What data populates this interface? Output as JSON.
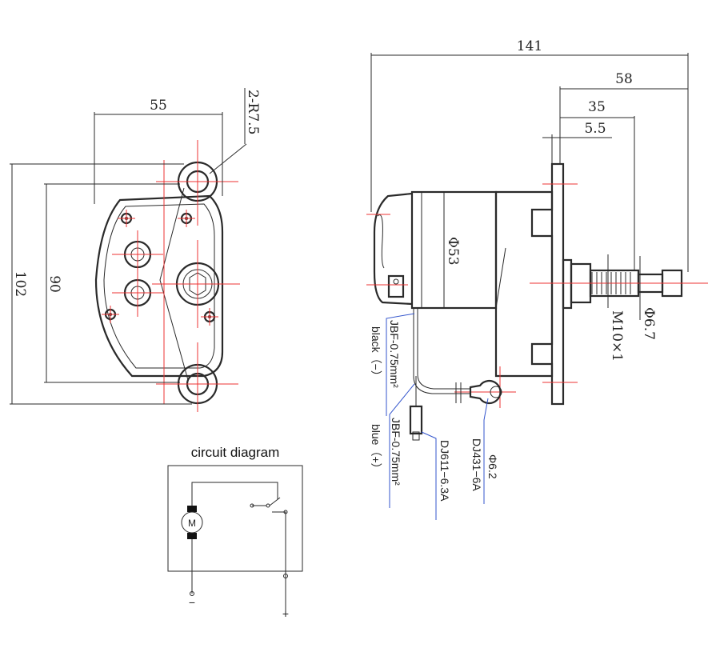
{
  "left_view": {
    "dim_width": "55",
    "dim_height_outer": "102",
    "dim_height_inner": "90",
    "dim_radius": "2-R7.5"
  },
  "side_view": {
    "dim_total": "141",
    "dim_58": "58",
    "dim_35": "35",
    "dim_flange": "5.5",
    "dim_diameter": "Φ53",
    "dim_shaft": "Φ6.7",
    "dim_thread": "M10×1",
    "wire_black_spec": "JBF-0.75mm²",
    "wire_black_color": "black（−）",
    "wire_blue_spec": "JBF-0.75mm²",
    "wire_blue_color": "blue（+）",
    "connector_spec": "DJ611−6.3A",
    "terminal_hole": "Φ6.2",
    "terminal_spec": "DJ431−6A"
  },
  "circuit": {
    "title": "circuit diagram",
    "motor_label": "M",
    "minus": "−",
    "plus": "+"
  }
}
